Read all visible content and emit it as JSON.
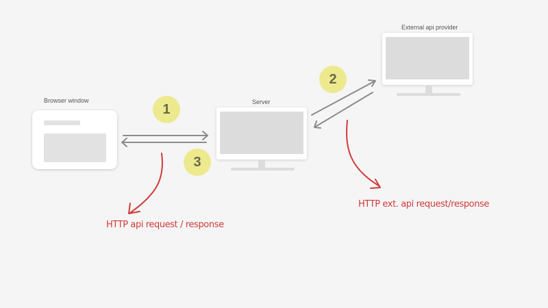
{
  "nodes": {
    "browser": {
      "label": "Browser window"
    },
    "server": {
      "label": "Server"
    },
    "external": {
      "label": "External api provider"
    }
  },
  "steps": [
    {
      "label": "1"
    },
    {
      "label": "2"
    },
    {
      "label": "3"
    }
  ],
  "annotations": {
    "api": "HTTP  api request / response",
    "external": "HTTP  ext. api request/response"
  },
  "colors": {
    "background": "#f5f5f5",
    "badge": "#ede98e",
    "arrow": "#8a8a8a",
    "annotation": "#d03a3a"
  }
}
